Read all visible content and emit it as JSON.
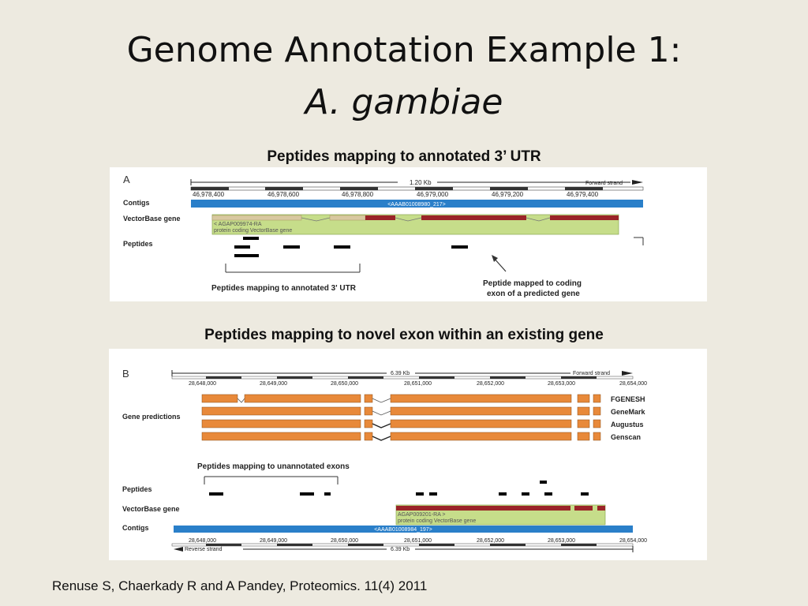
{
  "slide": {
    "title_line1": "Genome Annotation Example 1:",
    "title_line2": "A. gambiae",
    "caption_a": "Peptides mapping to annotated 3’ UTR",
    "caption_b": "Peptides mapping to novel exon within an existing gene",
    "citation": "Renuse S, Chaerkady R and A Pandey, Proteomics. 11(4) 2011"
  },
  "panel_a": {
    "label": "A",
    "scale_text": "1.20 Kb",
    "strand_text": "Forward strand",
    "ticks": [
      "46,978,400",
      "46,978,600",
      "46,978,800",
      "46,979,000",
      "46,979,200",
      "46,979,400"
    ],
    "track_contigs": "Contigs",
    "contig_label": "<AAAB01008980_217>",
    "track_gene": "VectorBase gene",
    "gene_label_1": "< AGAP009974-RA",
    "gene_label_2": "protein coding VectorBase gene",
    "track_peptides": "Peptides",
    "annotation_utr": "Peptides mapping to annotated 3' UTR",
    "annotation_coding_1": "Peptide mapped to coding",
    "annotation_coding_2": "exon of a predicted gene",
    "colors": {
      "contig": "#2a7fc9",
      "utr": "#d8c8a0",
      "exon": "#9a2428",
      "gene_box": "#c6dd8a"
    }
  },
  "panel_b": {
    "label": "B",
    "scale_text": "6.39 Kb",
    "strand_text": "Forward strand",
    "reverse_text": "Reverse strand",
    "ticks": [
      "28,648,000",
      "28,649,000",
      "28,650,000",
      "28,651,000",
      "28,652,000",
      "28,653,000",
      "28,654,000"
    ],
    "track_gene_predictions": "Gene predictions",
    "predictors": [
      "FGENESH",
      "GeneMark",
      "Augustus",
      "Genscan"
    ],
    "annotation_unannotated": "Peptides mapping to unannotated exons",
    "track_peptides": "Peptides",
    "track_vb_gene": "VectorBase gene",
    "gene_label_1": "AGAP009201-RA >",
    "gene_label_2": "protein coding VectorBase gene",
    "track_contigs": "Contigs",
    "contig_label": "<AAAB01008984_197>",
    "colors": {
      "prediction": "#e8893a",
      "contig": "#2a7fc9",
      "exon": "#9a2428",
      "gene_box": "#c6dd8a"
    }
  }
}
